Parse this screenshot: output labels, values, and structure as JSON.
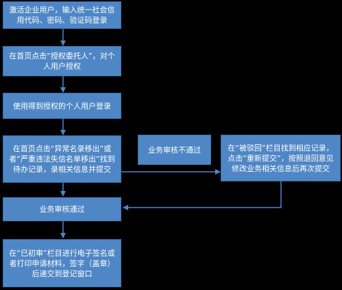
{
  "steps": {
    "s1": "激活企业用户，输入统一社会信用代码、密码、验证码登录",
    "s2": "在首页点击“授权委托人”，对个人用户授权",
    "s3": "使用得到授权的个人用户登录",
    "s4": "在首页点击“异常名录移出”或者“严重违法失信名单移出”找到待办记录，录相关信息并提交",
    "review_fail": "业务审核不通过",
    "resubmit": "在“被驳回”栏目找到相应记录，点击“重新提交”，按照退回意见修改业务相关信息后再次提交",
    "review_pass": "业务审核通过",
    "s_final": "在“已初审”栏目进行电子签名或者打印申请材料，签字（盖章）后递交到登记窗口"
  },
  "colors": {
    "box_fill": "#4f86c5",
    "arrow": "#4f86c5",
    "background": "#000000"
  }
}
